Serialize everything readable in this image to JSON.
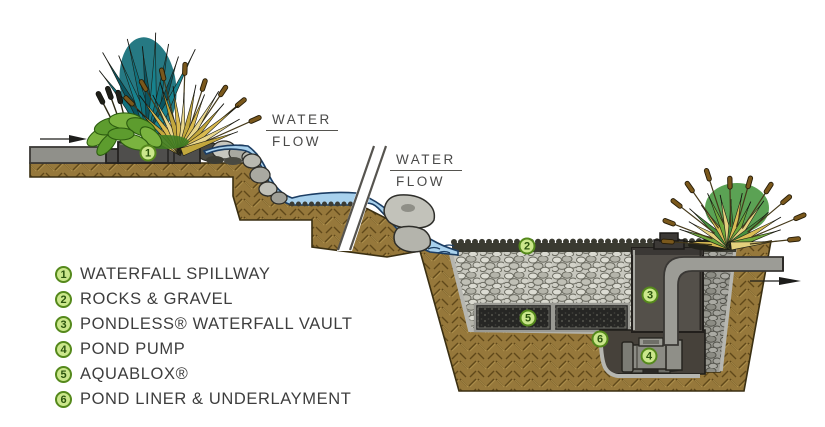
{
  "diagram": {
    "flow_label_upper": {
      "line1": "WATER",
      "line2": "FLOW"
    },
    "flow_label_lower": {
      "line1": "WATER",
      "line2": "FLOW"
    }
  },
  "legend": {
    "items": [
      {
        "num": "1",
        "label": "WATERFALL SPILLWAY"
      },
      {
        "num": "2",
        "label": "ROCKS & GRAVEL"
      },
      {
        "num": "3",
        "label": "PONDLESS® WATERFALL VAULT"
      },
      {
        "num": "4",
        "label": "POND PUMP"
      },
      {
        "num": "5",
        "label": "AQUABLOX®"
      },
      {
        "num": "6",
        "label": "POND LINER & UNDERLAYMENT"
      }
    ]
  },
  "colors": {
    "callout_fill": "#cbe78b",
    "callout_border": "#55891c",
    "water": "#a8d1ed",
    "water_outline": "#1c3e64",
    "soil": "#96783b",
    "vault": "#54504a",
    "ink": "#3e3e3e"
  }
}
